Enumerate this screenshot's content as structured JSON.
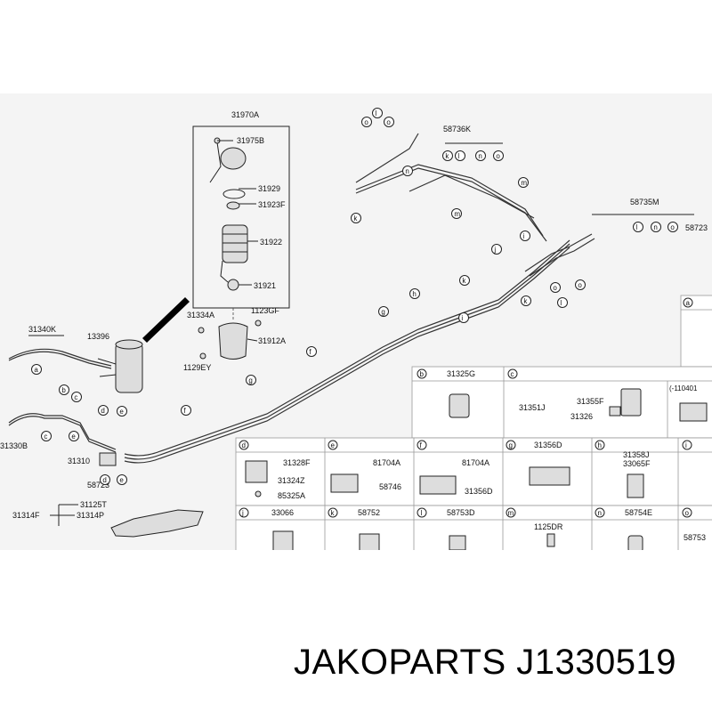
{
  "caption": "JAKOPARTS J1330519",
  "assembly_labels": {
    "filter_assy": "31970A",
    "top_pipe_group": "58736K",
    "right_pipe_group": "58735M",
    "right_pipe_cut": "58723"
  },
  "callouts": [
    {
      "id": "c-31975B",
      "text": "31975B"
    },
    {
      "id": "c-31929",
      "text": "31929"
    },
    {
      "id": "c-31923F",
      "text": "31923F"
    },
    {
      "id": "c-31922",
      "text": "31922"
    },
    {
      "id": "c-31921",
      "text": "31921"
    },
    {
      "id": "c-31334A",
      "text": "31334A"
    },
    {
      "id": "c-1123GF",
      "text": "1123GF"
    },
    {
      "id": "c-31912A",
      "text": "31912A"
    },
    {
      "id": "c-1129EY",
      "text": "1129EY"
    },
    {
      "id": "c-31340K",
      "text": "31340K"
    },
    {
      "id": "c-13396",
      "text": "13396"
    },
    {
      "id": "c-31330B",
      "text": "31330B"
    },
    {
      "id": "c-31310",
      "text": "31310"
    },
    {
      "id": "c-58723",
      "text": "58723"
    },
    {
      "id": "c-31125T",
      "text": "31125T"
    },
    {
      "id": "c-31314F",
      "text": "31314F"
    },
    {
      "id": "c-31314P",
      "text": "31314P"
    }
  ],
  "letter_markers": {
    "top": [
      "o",
      "l",
      "o",
      "k",
      "l",
      "n",
      "o",
      "n",
      "k",
      "m",
      "m",
      "k",
      "l",
      "n",
      "o",
      "j",
      "i",
      "k",
      "o",
      "l",
      "o",
      "h",
      "i",
      "g",
      "g",
      "f",
      "e",
      "d",
      "c",
      "a",
      "b",
      "c",
      "e",
      "d",
      "f",
      "e"
    ]
  },
  "table": {
    "rows": [
      {
        "cells": [
          {
            "letter": "b",
            "code": "31325G",
            "parts": []
          },
          {
            "letter": "c",
            "code": "",
            "parts": [
              "31355F",
              "31351J",
              "31326"
            ]
          },
          {
            "letter": "",
            "code": "(-110401",
            "parts": []
          }
        ]
      },
      {
        "cells": [
          {
            "letter": "d",
            "code": "",
            "parts": [
              "31328F",
              "31324Z",
              "85325A"
            ]
          },
          {
            "letter": "e",
            "code": "",
            "parts": [
              "81704A",
              "58746"
            ]
          },
          {
            "letter": "f",
            "code": "",
            "parts": [
              "81704A",
              "31356D"
            ]
          },
          {
            "letter": "g",
            "code": "31356D",
            "parts": []
          },
          {
            "letter": "h",
            "code": "",
            "parts": [
              "31358J",
              "33065F"
            ]
          },
          {
            "letter": "i",
            "code": "",
            "parts": []
          }
        ]
      },
      {
        "cells": [
          {
            "letter": "j",
            "code": "33066",
            "parts": []
          },
          {
            "letter": "k",
            "code": "58752",
            "parts": []
          },
          {
            "letter": "l",
            "code": "58753D",
            "parts": []
          },
          {
            "letter": "m",
            "code": "",
            "parts": [
              "1125DR"
            ]
          },
          {
            "letter": "n",
            "code": "58754E",
            "parts": []
          },
          {
            "letter": "o",
            "code": "58753",
            "parts": []
          }
        ]
      }
    ],
    "header_a": "a"
  }
}
